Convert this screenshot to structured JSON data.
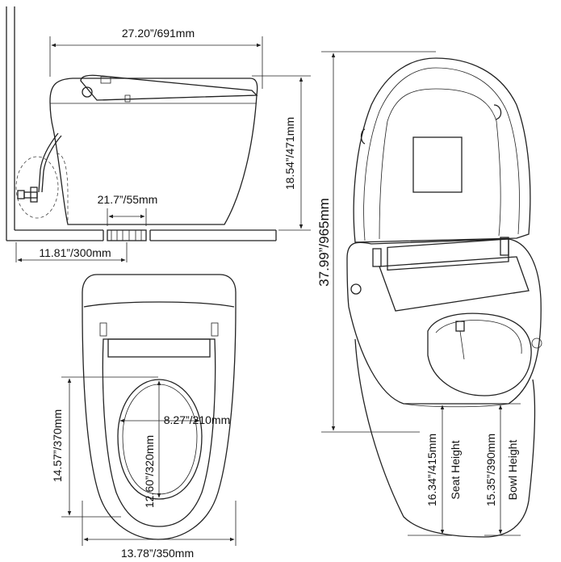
{
  "side_view": {
    "overall_length": "27.20”/691mm",
    "height": "18.54”/471mm",
    "drain_outlet": "21.7”/55mm",
    "rough_in": "11.81”/300mm"
  },
  "top_view": {
    "seat_width": "8.27”/210mm",
    "seat_length": "12.60”/320mm",
    "overall_depth": "14.57”/370mm",
    "overall_width": "13.78”/350mm"
  },
  "iso_view": {
    "overall_height": "37.99”/965mm",
    "seat_height_value": "16.34”/415mm",
    "seat_height_label": "Seat Height",
    "bowl_height_value": "15.35”/390mm",
    "bowl_height_label": "Bowl Height"
  }
}
